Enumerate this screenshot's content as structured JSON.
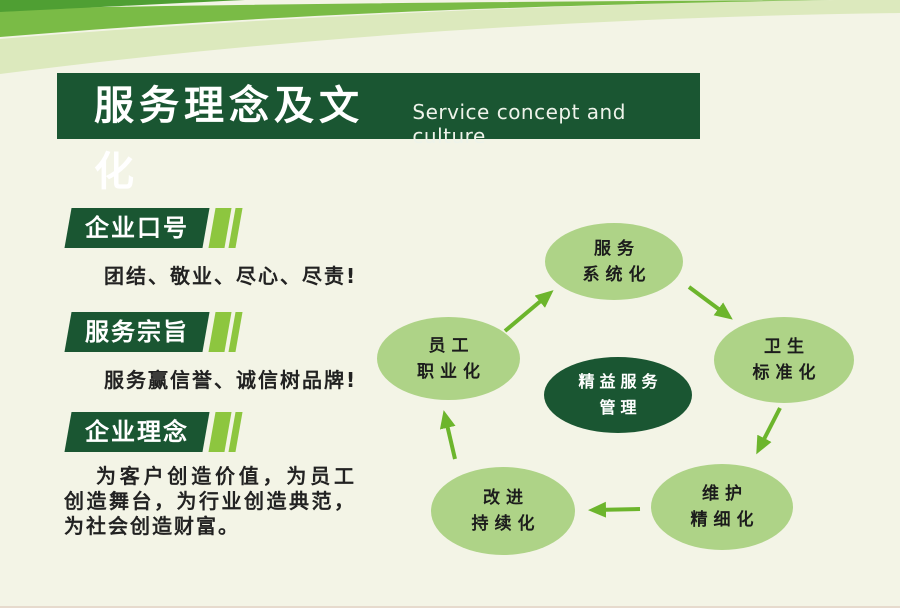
{
  "header": {
    "title_zh": "服务理念及文化",
    "title_en": "Service concept and culture"
  },
  "sections": [
    {
      "label": "企业口号",
      "text": "团结、敬业、尽心、尽责!"
    },
    {
      "label": "服务宗旨",
      "text": "服务赢信誉、诚信树品牌!"
    },
    {
      "label": "企业理念",
      "text": "为客户创造价值，为员工创造舞台，为行业创造典范，为社会创造财富。"
    }
  ],
  "diagram": {
    "center": {
      "line1": "精益服务",
      "line2": "管理"
    },
    "nodes": [
      {
        "id": "top",
        "line1": "服务",
        "line2": "系统化"
      },
      {
        "id": "right",
        "line1": "卫生",
        "line2": "标准化"
      },
      {
        "id": "bottom-right",
        "line1": "维护",
        "line2": "精细化"
      },
      {
        "id": "bottom-left",
        "line1": "改进",
        "line2": "持续化"
      },
      {
        "id": "left",
        "line1": "员工",
        "line2": "职业化"
      }
    ],
    "arrows": [
      {
        "from": "left",
        "to": "top"
      },
      {
        "from": "top",
        "to": "right"
      },
      {
        "from": "right",
        "to": "bottom-right"
      },
      {
        "from": "bottom-right",
        "to": "bottom-left"
      },
      {
        "from": "bottom-left",
        "to": "left"
      }
    ]
  },
  "colors": {
    "background": "#f3f4e6",
    "dark_green": "#1a5632",
    "node_green": "#aed387",
    "accent_green": "#8dc63f",
    "arrow_green": "#6cb52c",
    "stripe_medium": "#7abb46",
    "stripe_dark": "#4f9f33",
    "stripe_pale": "#dce9bd"
  }
}
